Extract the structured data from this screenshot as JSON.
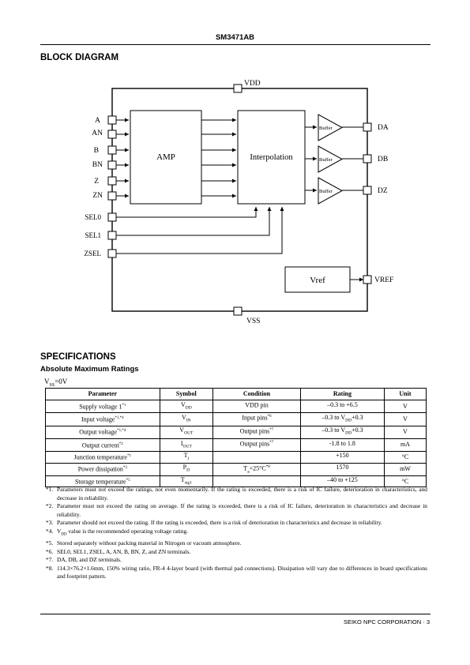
{
  "header": {
    "part_number": "SM3471AB"
  },
  "block_diagram": {
    "title": "BLOCK DIAGRAM",
    "blocks": {
      "amp": "AMP",
      "interp": "Interpolation",
      "vref": "Vref",
      "buffer": "Buffer"
    },
    "inputs": [
      "A",
      "AN",
      "B",
      "BN",
      "Z",
      "ZN",
      "SEL0",
      "SEL1",
      "ZSEL"
    ],
    "outputs": [
      "DA",
      "DB",
      "DZ",
      "VREF"
    ],
    "power": {
      "vdd": "VDD",
      "vss": "VSS"
    }
  },
  "specifications": {
    "title": "SPECIFICATIONS",
    "subtitle": "Absolute Maximum Ratings",
    "condition_note": {
      "main": "V",
      "sub": "SS",
      "rest": "=0V"
    },
    "columns": [
      "Parameter",
      "Symbol",
      "Condition",
      "Rating",
      "Unit"
    ],
    "rows": [
      {
        "param": "Supply voltage 1",
        "param_sup": "*1",
        "sym_main": "V",
        "sym_sub": "DD",
        "cond_main": "VDD pin",
        "cond_sub": "",
        "cond_rest": "",
        "cond_sup": "",
        "rating_pre": "–0.3 to +6.5",
        "rating_sub": "",
        "rating_post": "",
        "unit": "V"
      },
      {
        "param": "Input voltage",
        "param_sup": "*1,*4",
        "sym_main": "V",
        "sym_sub": "IN",
        "cond_main": "Input pins",
        "cond_sub": "",
        "cond_rest": "",
        "cond_sup": "*6",
        "rating_pre": "–0.3 to V",
        "rating_sub": "DD",
        "rating_post": "+0.3",
        "unit": "V"
      },
      {
        "param": "Output voltage",
        "param_sup": "*1,*4",
        "sym_main": "V",
        "sym_sub": "OUT",
        "cond_main": "Output pins",
        "cond_sub": "",
        "cond_rest": "",
        "cond_sup": "*7",
        "rating_pre": "–0.3 to V",
        "rating_sub": "DD",
        "rating_post": "+0.3",
        "unit": "V"
      },
      {
        "param": "Output current",
        "param_sup": "*2",
        "sym_main": "I",
        "sym_sub": "OUT",
        "cond_main": "Output pins",
        "cond_sub": "",
        "cond_rest": "",
        "cond_sup": "*7",
        "rating_pre": "-1.8 to 1.8",
        "rating_sub": "",
        "rating_post": "",
        "unit": "mA"
      },
      {
        "param": "Junction temperature",
        "param_sup": "*1",
        "sym_main": "T",
        "sym_sub": "j",
        "cond_main": "",
        "cond_sub": "",
        "cond_rest": "",
        "cond_sup": "",
        "rating_pre": "+150",
        "rating_sub": "",
        "rating_post": "",
        "unit": "°C"
      },
      {
        "param": "Power dissipation",
        "param_sup": "*3",
        "sym_main": "P",
        "sym_sub": "D",
        "cond_main": "T",
        "cond_sub": "a",
        "cond_rest": "=25°C",
        "cond_sup": "*8",
        "rating_pre": "1570",
        "rating_sub": "",
        "rating_post": "",
        "unit": "mW"
      },
      {
        "param": "Storage temperature",
        "param_sup": "*5",
        "sym_main": "T",
        "sym_sub": "stg1",
        "cond_main": "",
        "cond_sub": "",
        "cond_rest": "",
        "cond_sup": "",
        "rating_pre": "–40 to +125",
        "rating_sub": "",
        "rating_post": "",
        "unit": "°C"
      }
    ],
    "notes": [
      {
        "label": "*1.",
        "text": "Parameters must not exceed the ratings, not even momentarily. If the rating is exceeded, there is a risk of IC failure, deterioration in characteristics, and decrease in reliability."
      },
      {
        "label": "*2.",
        "text": "Parameter must not exceed the rating on average. If the rating is exceeded, there is a risk of IC failure, deterioration in characteristics and decrease in reliability."
      },
      {
        "label": "*3.",
        "text": "Parameter should not exceed the rating. If the rating is exceeded, there is a risk of deterioration in characteristics and decrease in reliability."
      },
      {
        "label": "*4.",
        "text_pre": "V",
        "text_sub": "DD",
        "text": " value is the recommended operating voltage rating."
      },
      {
        "label": "*5.",
        "text": "Stored separately without packing material in Nitrogen or vacuum atmosphere."
      },
      {
        "label": "*6.",
        "text": "SEL0, SEL1, ZSEL, A, AN, B, BN, Z, and ZN terminals."
      },
      {
        "label": "*7.",
        "text": "DA, DB, and DZ terminals."
      },
      {
        "label": "*8.",
        "text": "114.3×76.2×1.6mm, 150% wiring ratio, FR-4 4-layer board (with thermal pad connections). Dissipation will vary due to differences in board specifications and footprint pattern."
      }
    ]
  },
  "footer": {
    "text": "SEIKO NPC CORPORATION · 3"
  }
}
